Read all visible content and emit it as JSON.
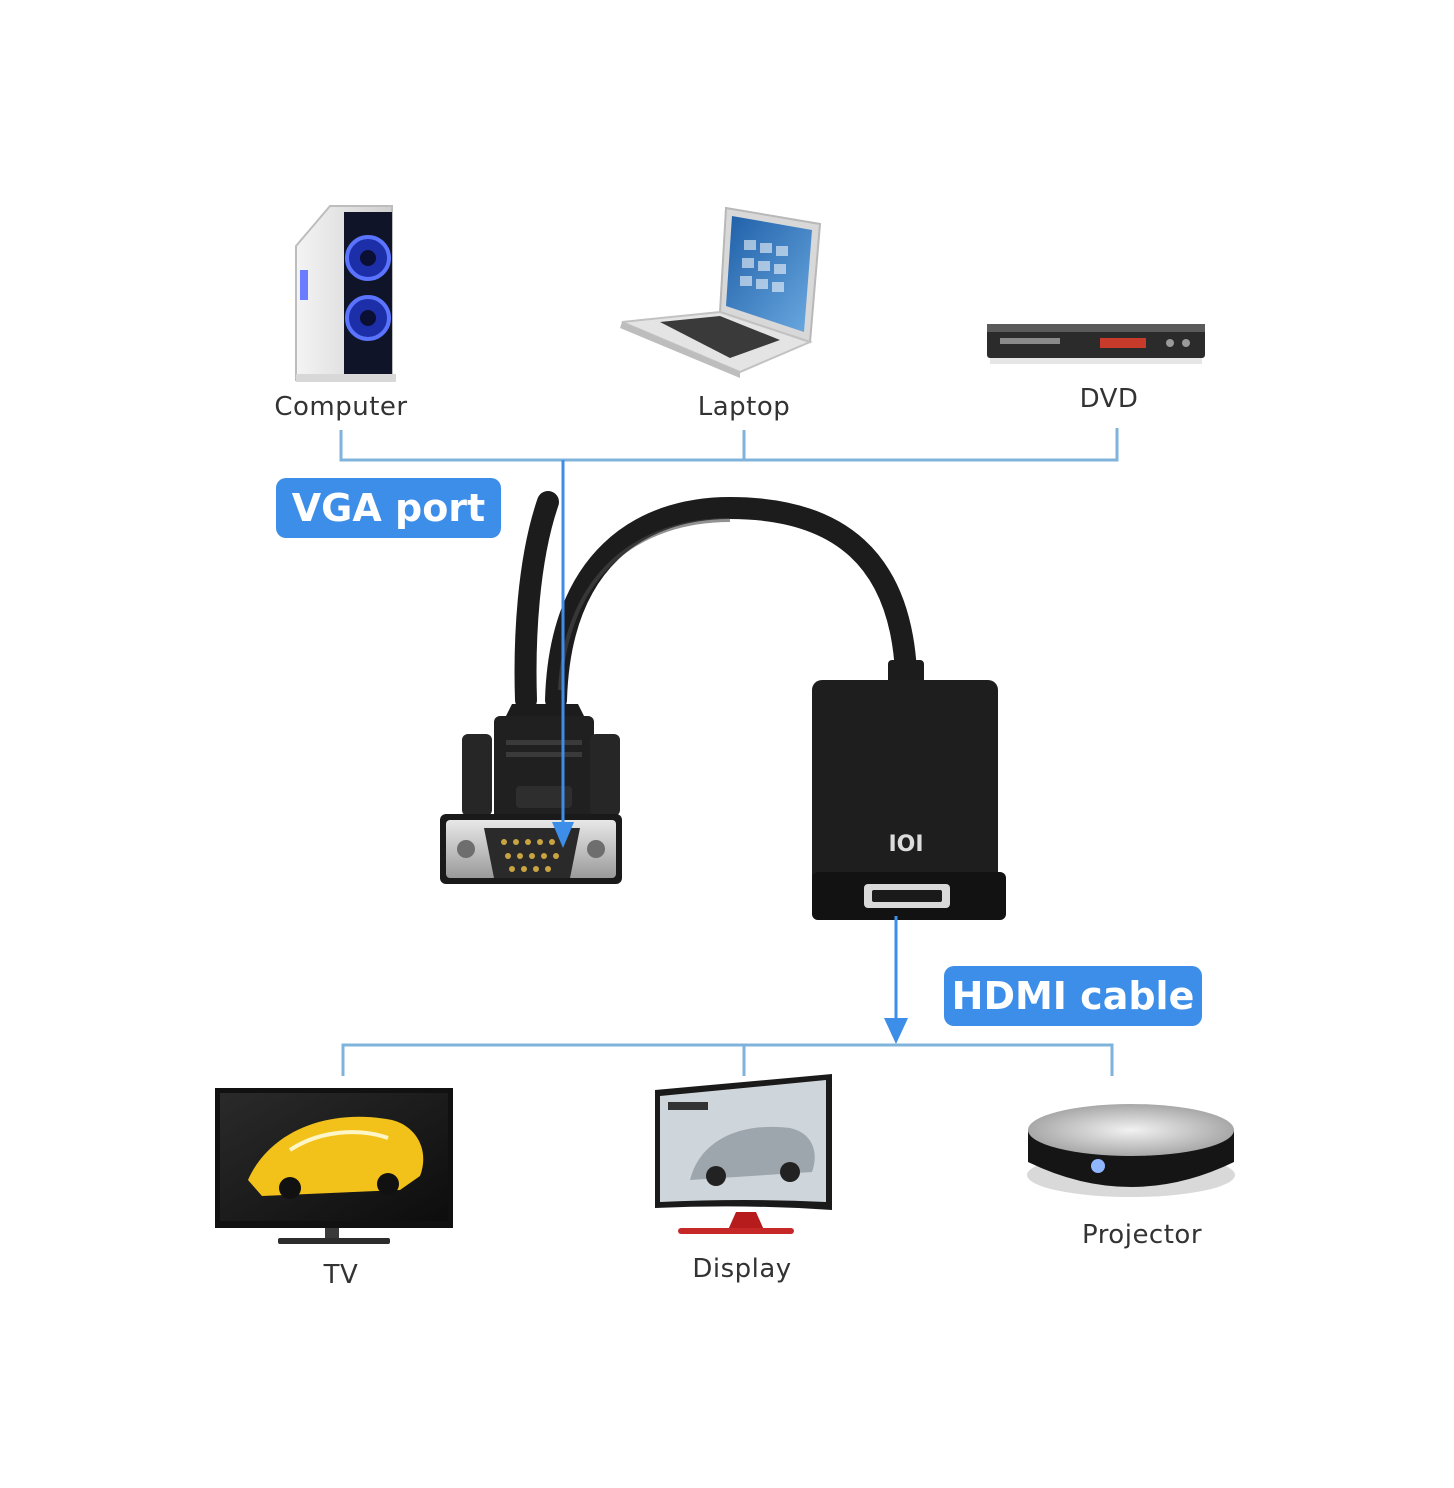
{
  "sources": [
    {
      "label": "Computer",
      "icon": "computer-tower-icon"
    },
    {
      "label": "Laptop",
      "icon": "laptop-icon"
    },
    {
      "label": "DVD",
      "icon": "dvd-player-icon"
    }
  ],
  "targets": [
    {
      "label": "TV",
      "icon": "tv-icon"
    },
    {
      "label": "Display",
      "icon": "curved-monitor-icon"
    },
    {
      "label": "Projector",
      "icon": "projector-icon"
    }
  ],
  "badges": {
    "vga": "VGA port",
    "hdmi": "HDMI cable"
  },
  "adapter": {
    "port_symbol": "IOI"
  },
  "colors": {
    "accent": "#3d8ee8",
    "connector_line": "#7fb3db",
    "cable": "#1c1c1c",
    "label_text": "#333333"
  }
}
